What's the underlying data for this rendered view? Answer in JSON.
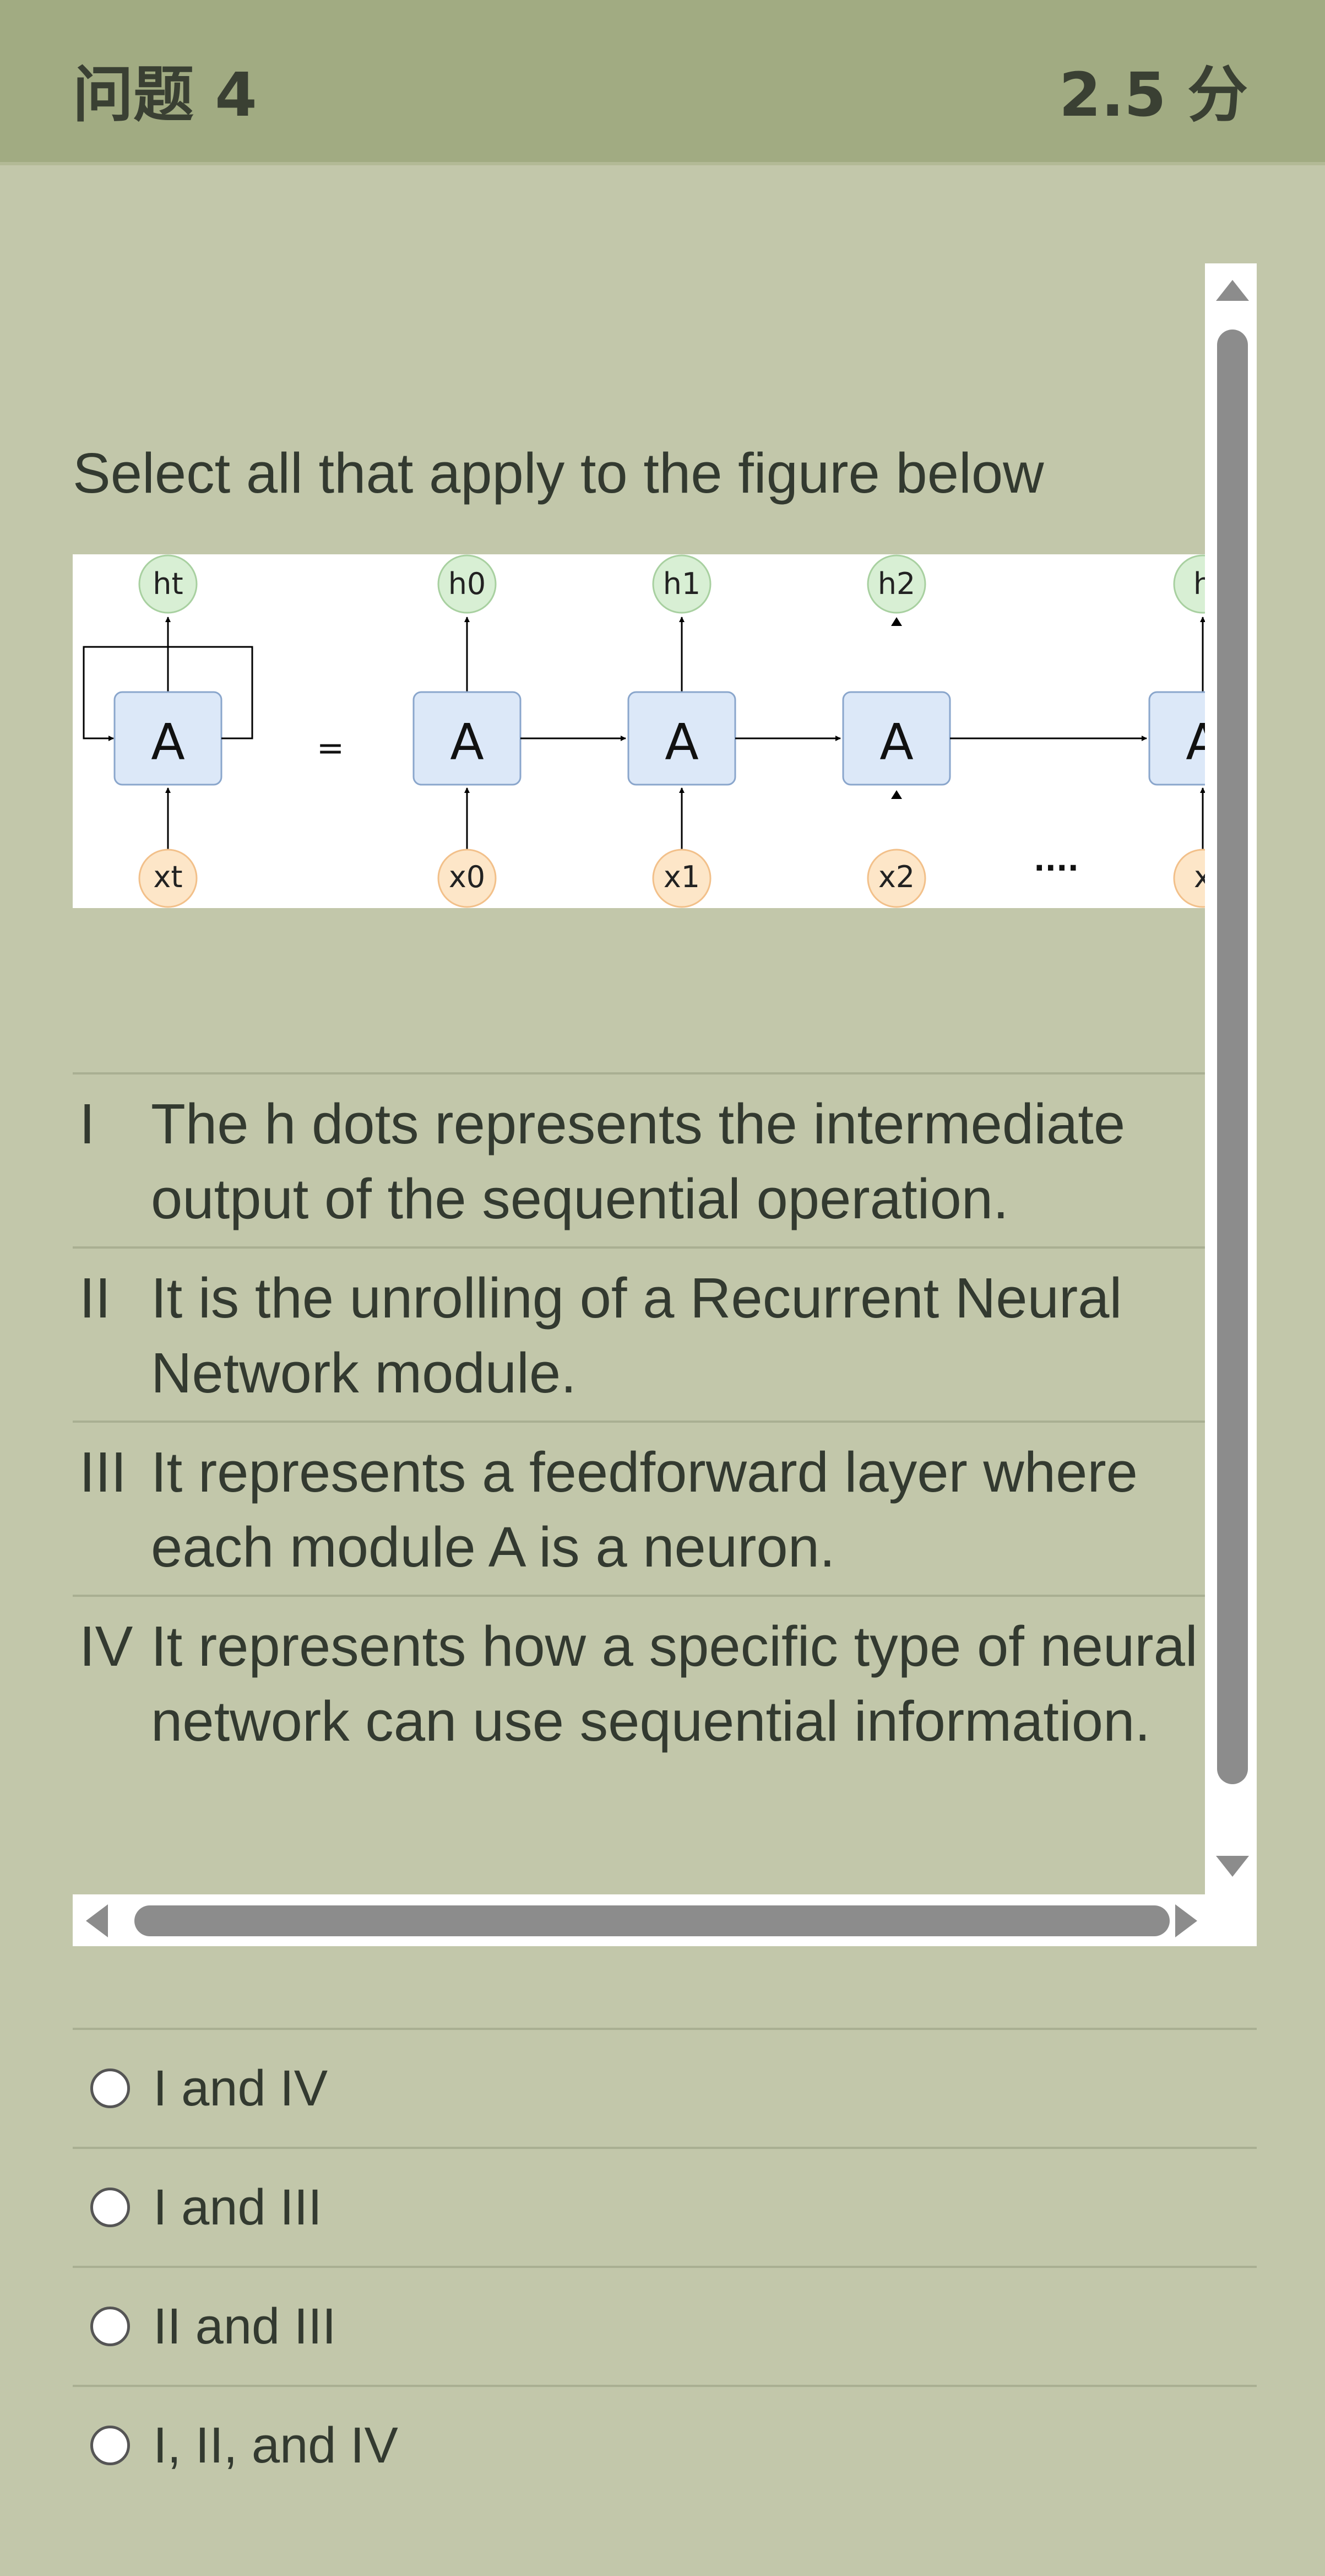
{
  "header": {
    "title": "问题 4",
    "points": "2.5 分"
  },
  "question": {
    "prompt": "Select all that apply to the figure below",
    "figure": {
      "hidden_state_labels": [
        "ht",
        "h0",
        "h1",
        "h2",
        "h"
      ],
      "input_labels": [
        "xt",
        "x0",
        "x1",
        "x2",
        "x"
      ],
      "module_label": "A",
      "equals": "=",
      "ellipsis": "....",
      "colors": {
        "module_fill": "#dce8f8",
        "module_stroke": "#8aa6cc",
        "h_fill": "#d8efd4",
        "x_fill": "#fde6c8"
      }
    },
    "statements": [
      {
        "num": "I",
        "line1": "The h dots represents the intermediate",
        "line2": "output of the sequential operation."
      },
      {
        "num": "II",
        "line1": "It is the unrolling of a Recurrent Neural",
        "line2": "Network module."
      },
      {
        "num": "III",
        "line1": "It represents a feedforward layer where",
        "line2": "each module A is a neuron."
      },
      {
        "num": "IV",
        "line1": "It represents how a specific type of neural",
        "line2": "network can use sequential information."
      }
    ]
  },
  "options": [
    {
      "label": "I and IV",
      "selected": false
    },
    {
      "label": "I and III",
      "selected": false
    },
    {
      "label": "II and III",
      "selected": false
    },
    {
      "label": "I, II, and IV",
      "selected": false
    }
  ]
}
